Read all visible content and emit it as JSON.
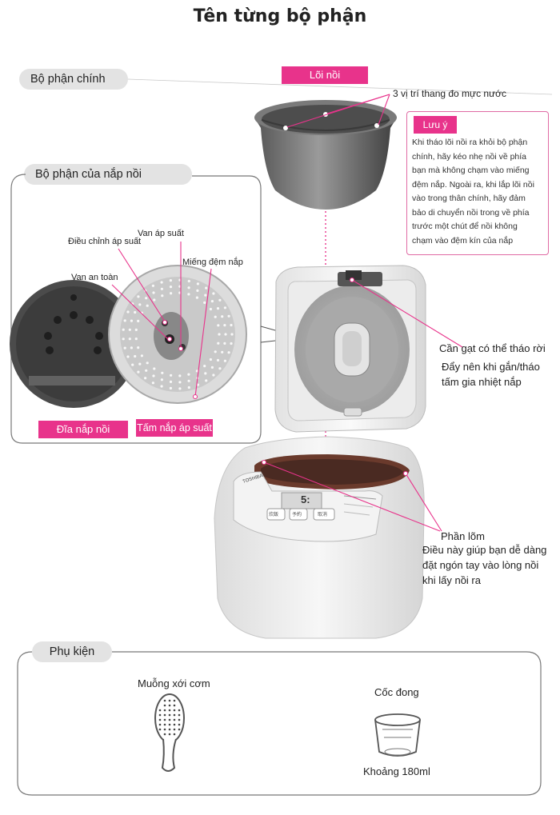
{
  "title": "Tên từng bộ phận",
  "main_section": "Bộ phận chính",
  "lid_section": "Bộ phận của nắp nồi",
  "inner_pot": {
    "label": "Lõi nồi",
    "water_scale": "3 vị trí thang đo mực nước"
  },
  "note": {
    "title": "Lưu ý",
    "lines": [
      "Khi tháo lõi nồi ra khỏi bộ phận",
      "chính, hãy kéo nhẹ nồi về phía",
      "bạn mà không chạm vào miếng",
      "đệm nắp. Ngoài ra, khi lắp lõi nồi",
      "vào trong thân chính, hãy đảm",
      "bảo di chuyển nồi trong về phía",
      "trước một chút để nồi không",
      "chạm vào đệm kín của nắp"
    ]
  },
  "lid_parts": {
    "pressure_valve": "Van áp suất",
    "pressure_adjust": "Điều chỉnh áp suất",
    "lid_gasket": "Miếng đệm nắp",
    "safety_valve": "Van an toàn",
    "lid_plate": "Đĩa nắp nồi",
    "pressure_plate": "Tấm nắp áp suất"
  },
  "lever": {
    "name": "Cần gạt có thể tháo rời",
    "desc_lines": [
      "Đẩy nên khi gắn/tháo",
      "tấm gia nhiệt nắp"
    ]
  },
  "recess": {
    "name": "Phần lõm",
    "desc_lines": [
      "Điều này giúp bạn dễ dàng",
      "đặt ngón tay vào lòng nồi",
      "khi lấy nồi ra"
    ]
  },
  "accessories": {
    "title": "Phụ kiện",
    "spatula": "Muỗng xới cơm",
    "cup": "Cốc đong",
    "cup_volume": "Khoảng 180ml"
  },
  "cooker_panel": {
    "brand": "TOSHIBA",
    "display_digits": "5:",
    "buttons": [
      "炊飯",
      "予約",
      "取消"
    ]
  }
}
